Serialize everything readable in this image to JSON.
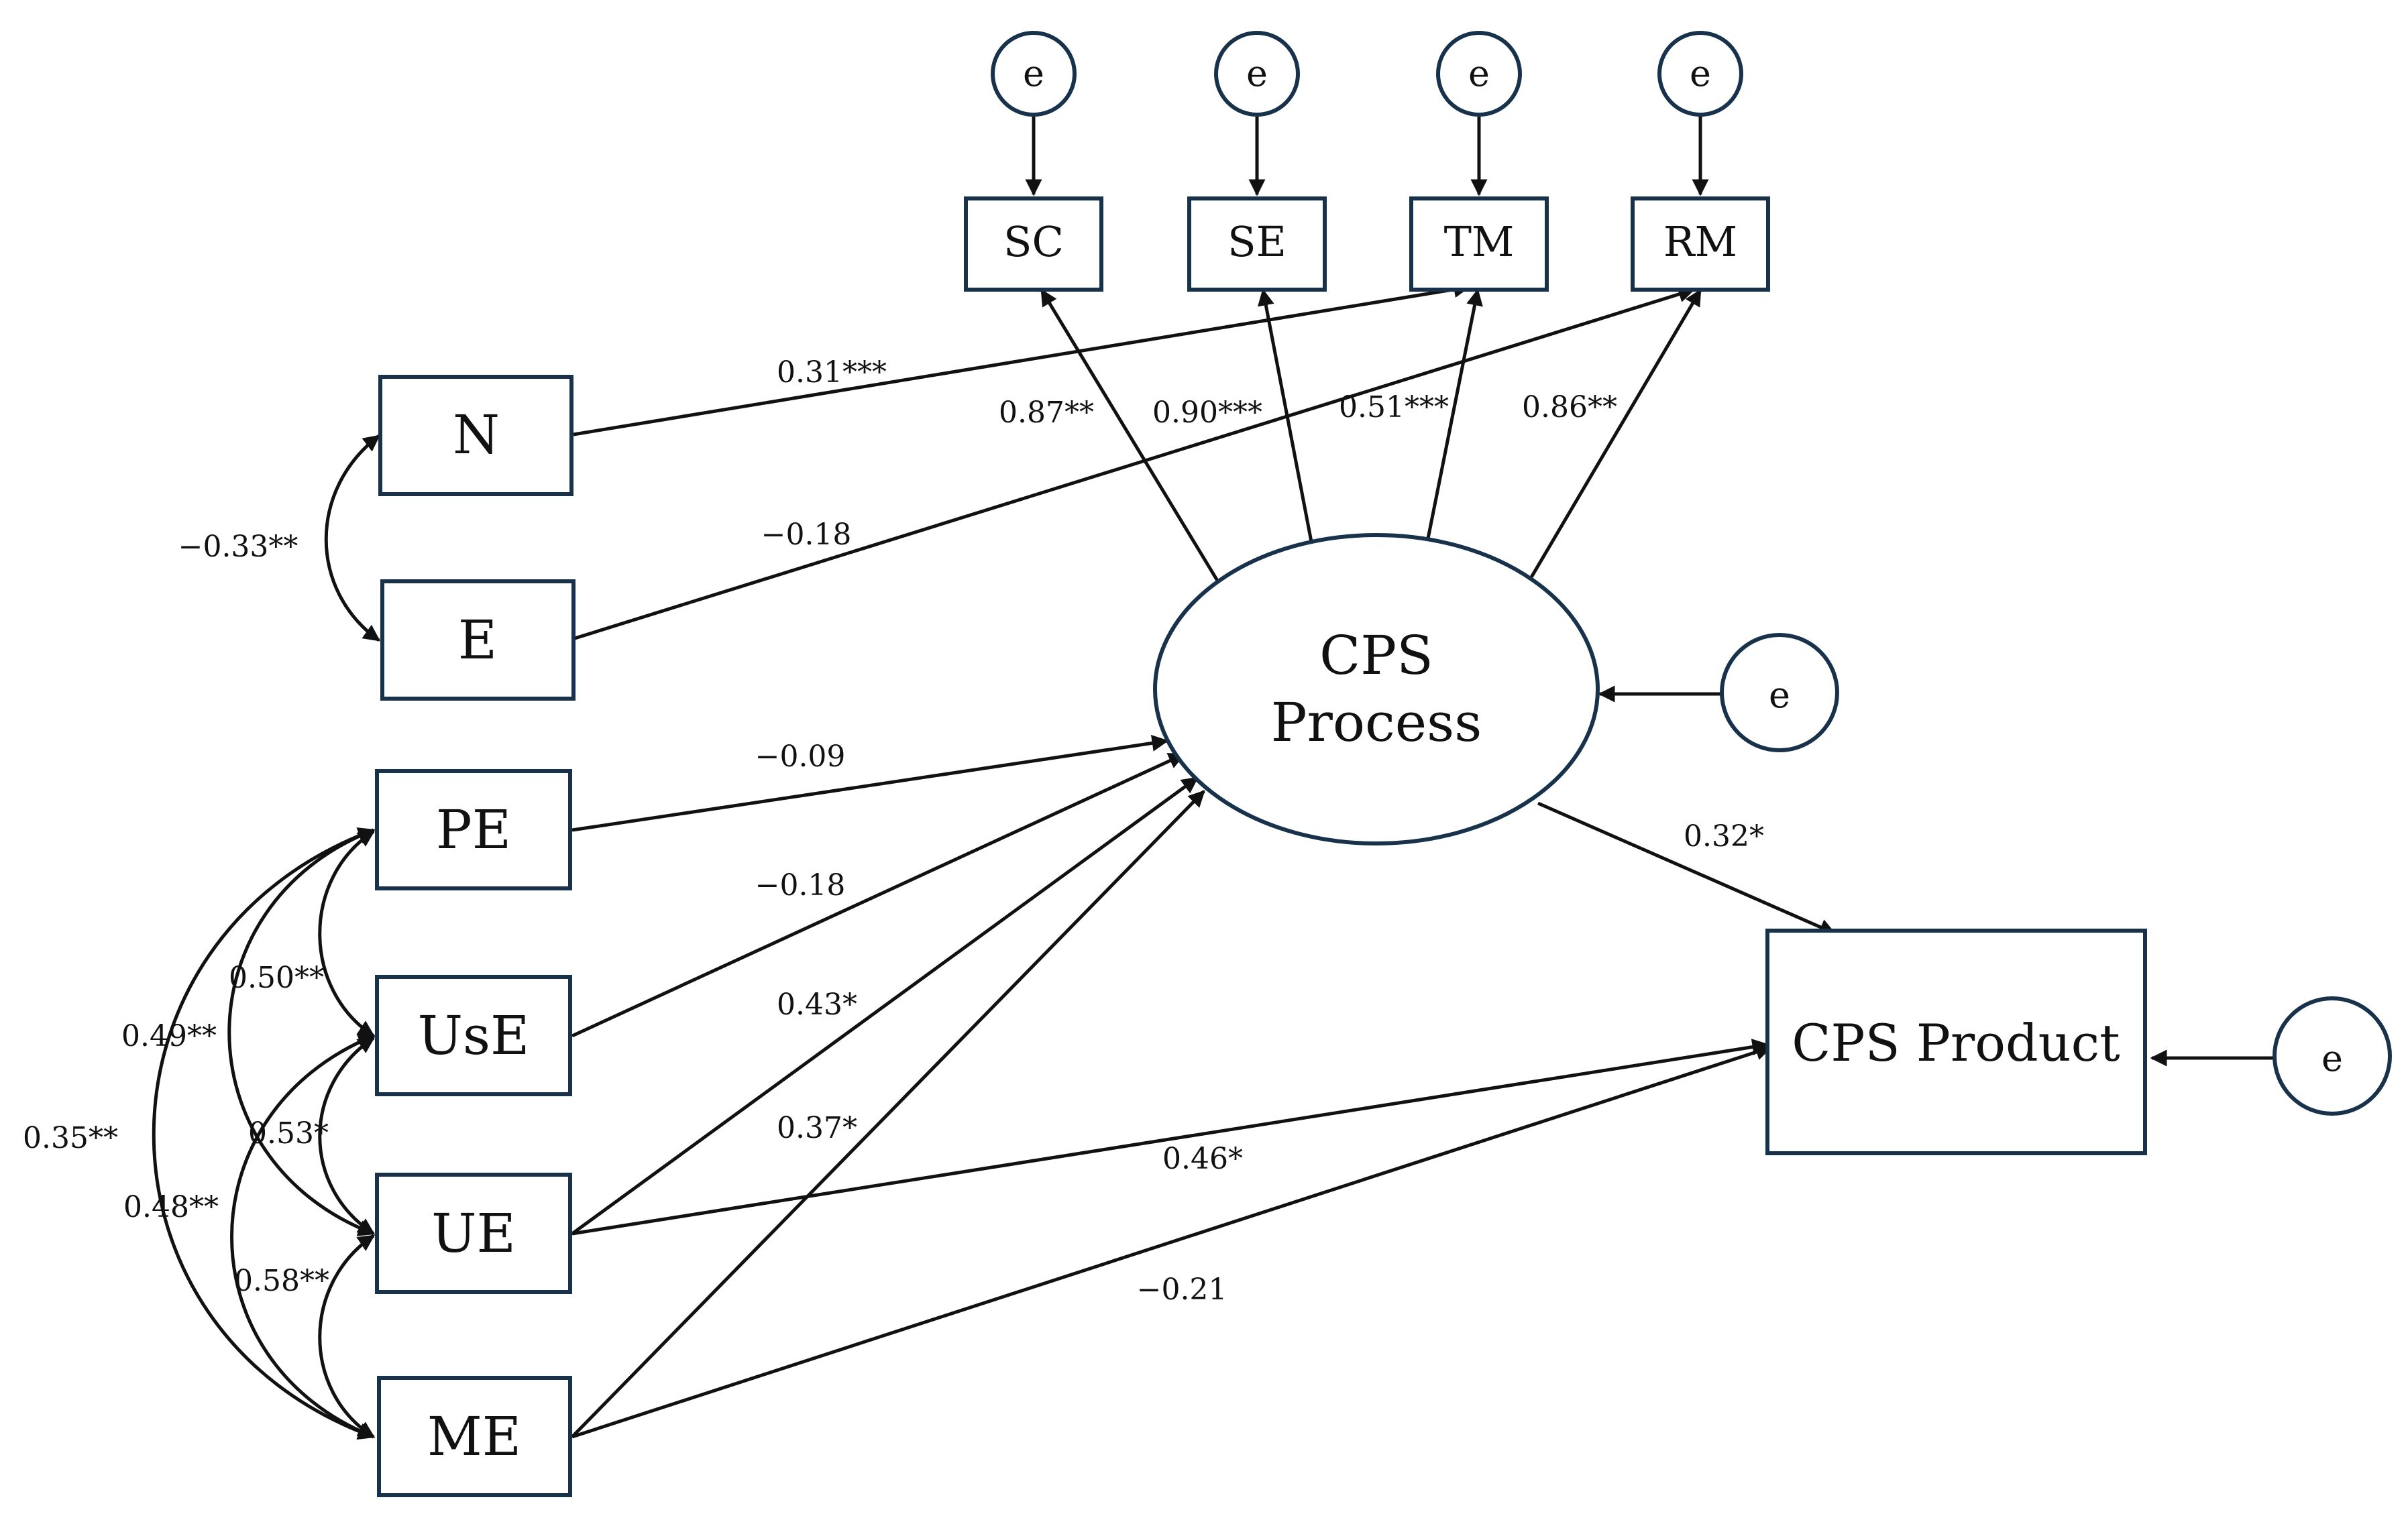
{
  "nodes": {
    "N": "N",
    "E": "E",
    "PE": "PE",
    "UsE": "UsE",
    "UE": "UE",
    "ME": "ME",
    "SC": "SC",
    "SE": "SE",
    "TM": "TM",
    "RM": "RM",
    "cps_process_line1": "CPS",
    "cps_process_line2": "Process",
    "cps_product": "CPS Product"
  },
  "error_term": "e",
  "coefficients": {
    "N_TM": "0.31***",
    "E_RM": "−0.18",
    "N_E_cov": "−0.33**",
    "process_SC": "0.87**",
    "process_SE": "0.90***",
    "process_TM": "0.51***",
    "process_RM": "0.86**",
    "PE_process": "−0.09",
    "UsE_process": "−0.18",
    "UE_process": "0.43*",
    "ME_process": "0.37*",
    "process_product": "0.32*",
    "UE_product": "0.46*",
    "ME_product": "−0.21",
    "PE_UsE_cov": "0.50**",
    "PE_UE_cov": "0.49**",
    "PE_ME_cov": "0.35**",
    "UsE_UE_cov": "0.53*",
    "UsE_ME_cov": "0.48**",
    "UE_ME_cov": "0.58**"
  }
}
